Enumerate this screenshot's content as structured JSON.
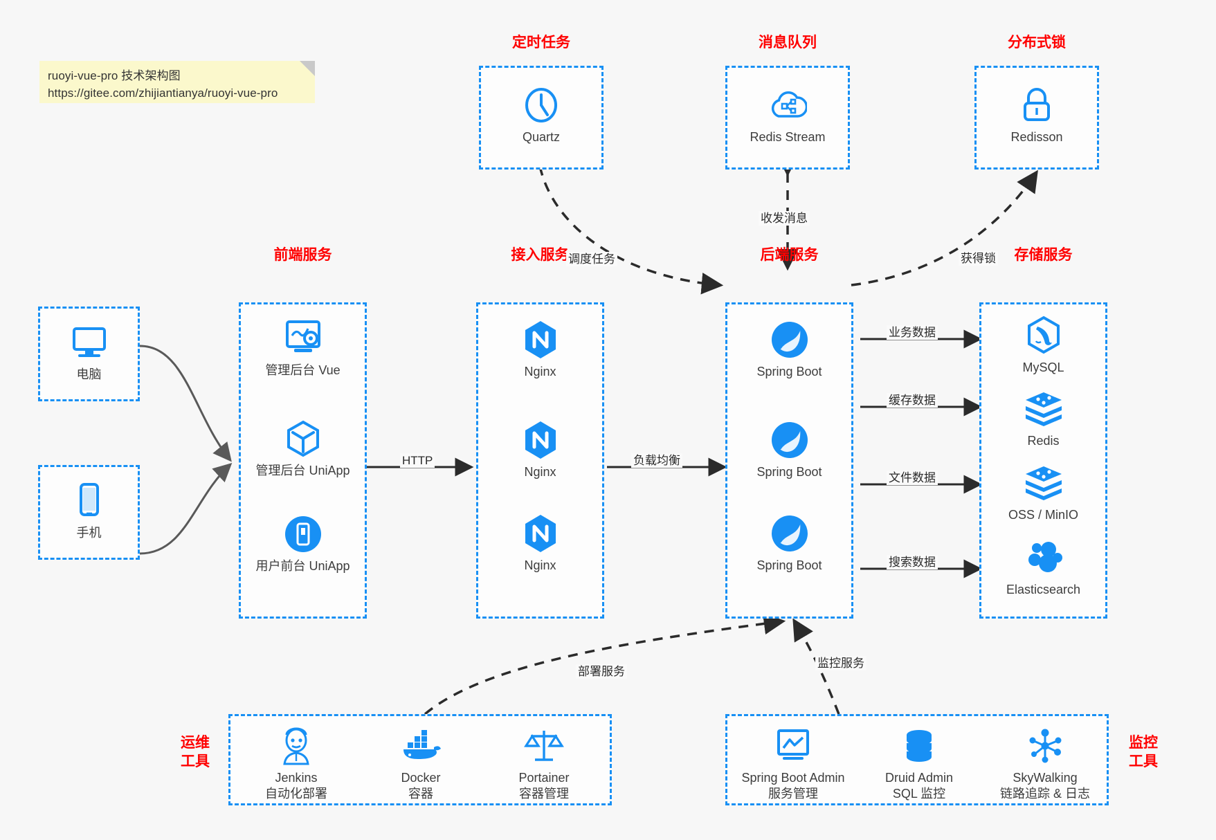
{
  "note": {
    "line1": "ruoyi-vue-pro 技术架构图",
    "line2": "https://gitee.com/zhijiantianya/ruoyi-vue-pro"
  },
  "colors": {
    "accent": "#1890f4",
    "group_title": "#ff0000",
    "text": "#3d3d3d",
    "background": "#f7f7f7",
    "note_bg": "#fbf8cc",
    "edge": "#2b2b2b",
    "client_edge": "#595959"
  },
  "groups": [
    {
      "id": "scheduler",
      "title": "定时任务",
      "nodes": [
        {
          "label": "Quartz",
          "icon": "clock-icon"
        }
      ]
    },
    {
      "id": "mq",
      "title": "消息队列",
      "nodes": [
        {
          "label": "Redis Stream",
          "icon": "cloud-stream-icon"
        }
      ]
    },
    {
      "id": "lock",
      "title": "分布式锁",
      "nodes": [
        {
          "label": "Redisson",
          "icon": "padlock-icon"
        }
      ]
    },
    {
      "id": "clients",
      "title": "",
      "nodes": [
        {
          "label": "电脑",
          "icon": "desktop-monitor-icon"
        },
        {
          "label": "手机",
          "icon": "smartphone-icon"
        }
      ]
    },
    {
      "id": "frontend",
      "title": "前端服务",
      "nodes": [
        {
          "label": "管理后台 Vue",
          "icon": "dashboard-gear-icon"
        },
        {
          "label": "管理后台 UniApp",
          "icon": "cube-icon"
        },
        {
          "label": "用户前台 UniApp",
          "icon": "mobile-app-icon"
        }
      ]
    },
    {
      "id": "gateway",
      "title": "接入服务",
      "nodes": [
        {
          "label": "Nginx",
          "icon": "nginx-icon"
        },
        {
          "label": "Nginx",
          "icon": "nginx-icon"
        },
        {
          "label": "Nginx",
          "icon": "nginx-icon"
        }
      ]
    },
    {
      "id": "backend",
      "title": "后端服务",
      "nodes": [
        {
          "label": "Spring Boot",
          "icon": "spring-leaf-icon"
        },
        {
          "label": "Spring Boot",
          "icon": "spring-leaf-icon"
        },
        {
          "label": "Spring Boot",
          "icon": "spring-leaf-icon"
        }
      ]
    },
    {
      "id": "storage",
      "title": "存储服务",
      "nodes": [
        {
          "label": "MySQL",
          "icon": "mysql-dolphin-icon"
        },
        {
          "label": "Redis",
          "icon": "redis-stack-icon"
        },
        {
          "label": "OSS / MinIO",
          "icon": "redis-stack-icon"
        },
        {
          "label": "Elasticsearch",
          "icon": "elasticsearch-cluster-icon"
        }
      ]
    },
    {
      "id": "devops",
      "title": "运维\n工具",
      "title_l1": "运维",
      "title_l2": "工具",
      "nodes": [
        {
          "label": "Jenkins",
          "sub": "自动化部署",
          "icon": "jenkins-butler-icon"
        },
        {
          "label": "Docker",
          "sub": "容器",
          "icon": "docker-whale-icon"
        },
        {
          "label": "Portainer",
          "sub": "容器管理",
          "icon": "scales-icon"
        }
      ]
    },
    {
      "id": "monitoring",
      "title": "监控\n工具",
      "title_l1": "监控",
      "title_l2": "工具",
      "nodes": [
        {
          "label": "Spring Boot Admin",
          "sub": "服务管理",
          "icon": "monitor-chart-icon"
        },
        {
          "label": "Druid Admin",
          "sub": "SQL 监控",
          "icon": "database-cylinder-icon"
        },
        {
          "label": "SkyWalking",
          "sub": "链路追踪 & 日志",
          "icon": "skywalking-node-icon"
        }
      ]
    }
  ],
  "edges": [
    {
      "id": "scheduler-backend",
      "label": "调度任务",
      "style": "dashed"
    },
    {
      "id": "mq-backend",
      "label": "收发消息",
      "style": "dashed"
    },
    {
      "id": "backend-lock",
      "label": "获得锁",
      "style": "dashed"
    },
    {
      "id": "frontend-gateway",
      "label": "HTTP",
      "style": "solid"
    },
    {
      "id": "gateway-backend",
      "label": "负载均衡",
      "style": "solid"
    },
    {
      "id": "backend-mysql",
      "label": "业务数据",
      "style": "solid"
    },
    {
      "id": "backend-redis",
      "label": "缓存数据",
      "style": "solid"
    },
    {
      "id": "backend-oss",
      "label": "文件数据",
      "style": "solid"
    },
    {
      "id": "backend-es",
      "label": "搜索数据",
      "style": "solid"
    },
    {
      "id": "devops-backend",
      "label": "部署服务",
      "style": "dashed"
    },
    {
      "id": "monitor-backend",
      "label": "监控服务",
      "style": "dashed"
    }
  ]
}
